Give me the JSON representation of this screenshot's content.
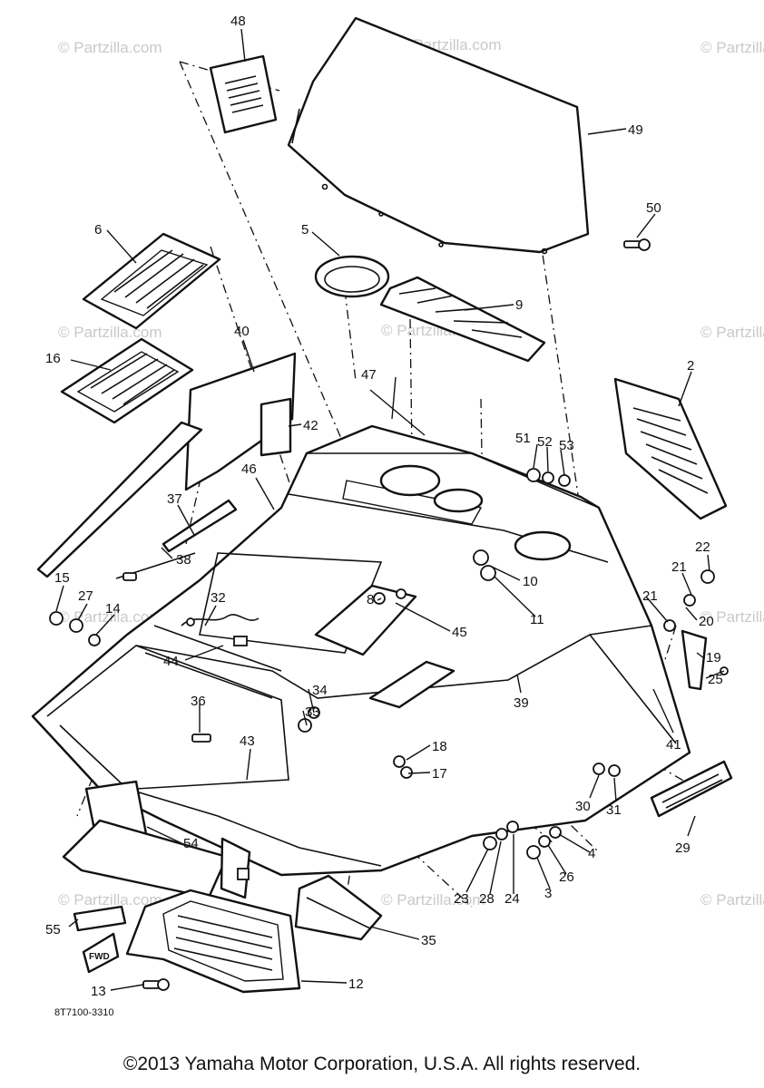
{
  "watermark_text": "© Partzilla.com",
  "diagram_code": "8T7100-3310",
  "copyright": "©2013  Yamaha Motor Corporation, U.S.A. All rights reserved.",
  "fwd_label": "FWD",
  "callouts": [
    "48",
    "49",
    "50",
    "6",
    "5",
    "9",
    "40",
    "16",
    "47",
    "2",
    "42",
    "46",
    "51",
    "52",
    "53",
    "37",
    "38",
    "22",
    "21",
    "15",
    "27",
    "14",
    "32",
    "10",
    "11",
    "8",
    "45",
    "21",
    "20",
    "19",
    "25",
    "44",
    "34",
    "33",
    "36",
    "39",
    "41",
    "43",
    "18",
    "17",
    "30",
    "31",
    "29",
    "54",
    "4",
    "26",
    "3",
    "23",
    "28",
    "24",
    "55",
    "35",
    "12",
    "13"
  ]
}
